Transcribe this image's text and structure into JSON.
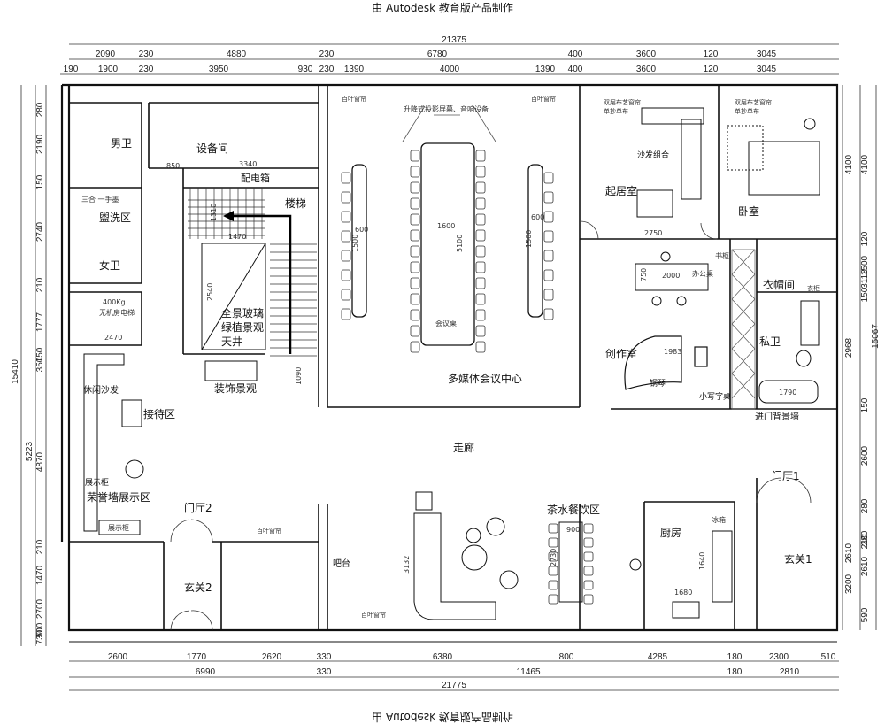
{
  "watermark_top": "由 Autodesk 教育版产品制作",
  "watermark_bottom": "由 Autodesk 教育版产品制作",
  "dims_top": {
    "overall": "21375",
    "row1": [
      "2090",
      "230",
      "4880",
      "230",
      "6780",
      "400",
      "3600",
      "120",
      "3045"
    ],
    "row2": [
      "190",
      "1900",
      "230",
      "3950",
      "930",
      "230",
      "1390",
      "4000",
      "1390",
      "400",
      "3600",
      "120",
      "3045"
    ]
  },
  "dims_bottom": {
    "row1": [
      "2600",
      "1770",
      "2620",
      "330",
      "6380",
      "800",
      "4285",
      "180",
      "2300",
      "510"
    ],
    "row2": [
      "6990",
      "330",
      "11465",
      "180",
      "2810"
    ],
    "overall": "21775"
  },
  "dims_left": {
    "overall": "15410",
    "outer": [
      "5223"
    ],
    "inner": [
      "280",
      "2190",
      "150",
      "2740",
      "210",
      "1777",
      "150",
      "350",
      "4870",
      "210",
      "1470",
      "2700",
      "500",
      "730"
    ]
  },
  "dims_right": {
    "overall": "15067",
    "outer": [
      "4100",
      "2968",
      "2610",
      "3200"
    ],
    "inner": [
      "4100",
      "120",
      "1500",
      "3118",
      "150",
      "150",
      "2600",
      "280",
      "210",
      "280",
      "2610",
      "590"
    ]
  },
  "rooms": {
    "mens_wc": "男卫",
    "equipment_room": "设备间",
    "distribution_box": "配电箱",
    "stairs": "楼梯",
    "wash_area": "盥洗区",
    "womens_wc": "女卫",
    "atrium": [
      "全景玻璃",
      "绿植景观",
      "天井"
    ],
    "decor": "装饰景观",
    "reception": "接待区",
    "casual_sofa": "休闲沙发",
    "honor_wall": "荣誉墙展示区",
    "display_cabinet": "展示柜",
    "foyer2": "门厅2",
    "entry2": "玄关2",
    "bar": "吧台",
    "corridor": "走廊",
    "media_center": "多媒体会议中心",
    "tea_dining": "茶水餐饮区",
    "kitchen": "厨房",
    "foyer1": "门厅1",
    "entry1": "玄关1",
    "living": "起居室",
    "sofa_set": "沙发组合",
    "bedroom": "卧室",
    "cloakroom": "衣帽间",
    "private_wc": "私卫",
    "studio": "创作室",
    "piano": "钢琴",
    "writing_desk": "小写字桌",
    "entry_wall": "进门背景墙",
    "elevator": [
      "400Kg",
      "无机房电梯"
    ],
    "office_desk": "办公桌",
    "meeting_table": "会议桌",
    "projector": "升降式投影屏幕、音响设备",
    "blinds": "百叶窗帘",
    "double_curtain": [
      "双层布艺窗帘",
      "单抄单布"
    ],
    "fridge": "冰箱",
    "bookcase": "书柜",
    "wardrobe": "衣柜",
    "sink_toilet": "三合 一手墨"
  },
  "inner_dims": {
    "table_w": "1600",
    "table_l": "5100",
    "bench1": "600",
    "bench2": "600",
    "bench_l1": "1500",
    "bench_l2": "1500",
    "desk": "2000",
    "desk_w": "750",
    "sofa_b": "2750",
    "tea_l": "2730",
    "tea_w": "900",
    "bar_l": "3132",
    "kitchen_w": "1680",
    "kitchen_h": "1640",
    "bath": "1790",
    "stair1": "1310",
    "stair2": "1470",
    "atrium_h": "2540",
    "bottom_stair": "1090",
    "studio_w": "1983",
    "elev": "2470",
    "eq": "3340",
    "eq2": "850"
  }
}
